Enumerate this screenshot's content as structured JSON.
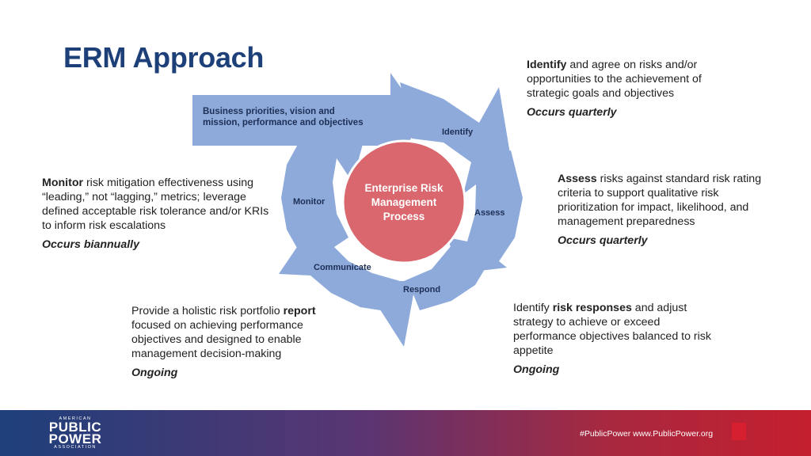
{
  "slide": {
    "title": "ERM Approach"
  },
  "diagram": {
    "center_line1": "Enterprise Risk",
    "center_line2": "Management",
    "center_line3": "Process",
    "input_line1": "Business priorities, vision and",
    "input_line2": "mission, performance and objectives",
    "stages": {
      "identify": "Identify",
      "assess": "Assess",
      "respond": "Respond",
      "communicate": "Communicate",
      "monitor": "Monitor"
    },
    "colors": {
      "arrow": "#8eaadb",
      "center": "#d9676d",
      "title": "#1d4079"
    }
  },
  "descriptions": {
    "identify": {
      "highlight": "Identify",
      "text": " and agree on risks and/or opportunities to the achievement of strategic goals and objectives",
      "occurs": "Occurs quarterly"
    },
    "assess": {
      "highlight": "Assess",
      "text": " risks against standard risk rating criteria to support qualitative risk prioritization for impact, likelihood, and management preparedness",
      "occurs": "Occurs quarterly"
    },
    "monitor": {
      "highlight": "Monitor",
      "text": " risk mitigation effectiveness using “leading,” not “lagging,” metrics; leverage defined acceptable risk tolerance and/or KRIs to inform risk escalations",
      "occurs": "Occurs biannually"
    },
    "report": {
      "pre": "Provide a holistic risk portfolio ",
      "highlight": "report",
      "post": " focused on achieving performance objectives and designed to enable management decision-making",
      "occurs": "Ongoing"
    },
    "respond": {
      "pre": "Identify ",
      "highlight": "risk responses",
      "post": " and adjust strategy to achieve or exceed performance objectives balanced to risk appetite",
      "occurs": "Ongoing"
    }
  },
  "footer": {
    "logo_top": "AMERICAN",
    "logo_line1": "PUBLIC",
    "logo_line2": "POWER",
    "logo_bottom": "ASSOCIATION",
    "tagline": "#PublicPower  www.PublicPower.org"
  }
}
